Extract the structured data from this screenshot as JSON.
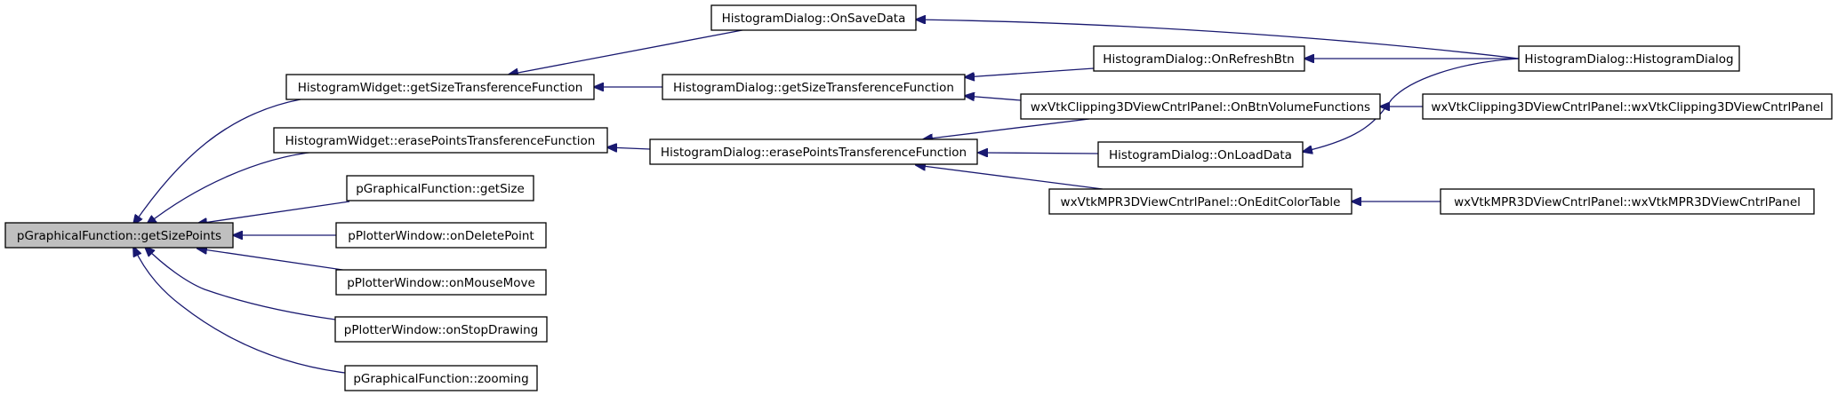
{
  "nodes": {
    "get_size_points": "pGraphicalFunction::getSizePoints",
    "widget_get_size_tf": "HistogramWidget::getSizeTransferenceFunction",
    "widget_erase_points_tf": "HistogramWidget::erasePointsTransferenceFunction",
    "get_size": "pGraphicalFunction::getSize",
    "on_delete_point": "pPlotterWindow::onDeletePoint",
    "on_mouse_move": "pPlotterWindow::onMouseMove",
    "on_stop_drawing": "pPlotterWindow::onStopDrawing",
    "zooming": "pGraphicalFunction::zooming",
    "on_save_data": "HistogramDialog::OnSaveData",
    "dialog_get_size_tf": "HistogramDialog::getSizeTransferenceFunction",
    "dialog_erase_points_tf": "HistogramDialog::erasePointsTransferenceFunction",
    "on_refresh_btn": "HistogramDialog::OnRefreshBtn",
    "on_btn_volume_functions": "wxVtkClipping3DViewCntrlPanel::OnBtnVolumeFunctions",
    "on_load_data": "HistogramDialog::OnLoadData",
    "on_edit_color_table": "wxVtkMPR3DViewCntrlPanel::OnEditColorTable",
    "histogram_dialog_ctor": "HistogramDialog::HistogramDialog",
    "clipping_panel_ctor": "wxVtkClipping3DViewCntrlPanel::wxVtkClipping3DViewCntrlPanel",
    "mpr_panel_ctor": "wxVtkMPR3DViewCntrlPanel::wxVtkMPR3DViewCntrlPanel"
  },
  "colors": {
    "edge": "#191970",
    "root_fill": "#bfbfbf",
    "node_fill": "#ffffff",
    "node_border": "#000000"
  }
}
